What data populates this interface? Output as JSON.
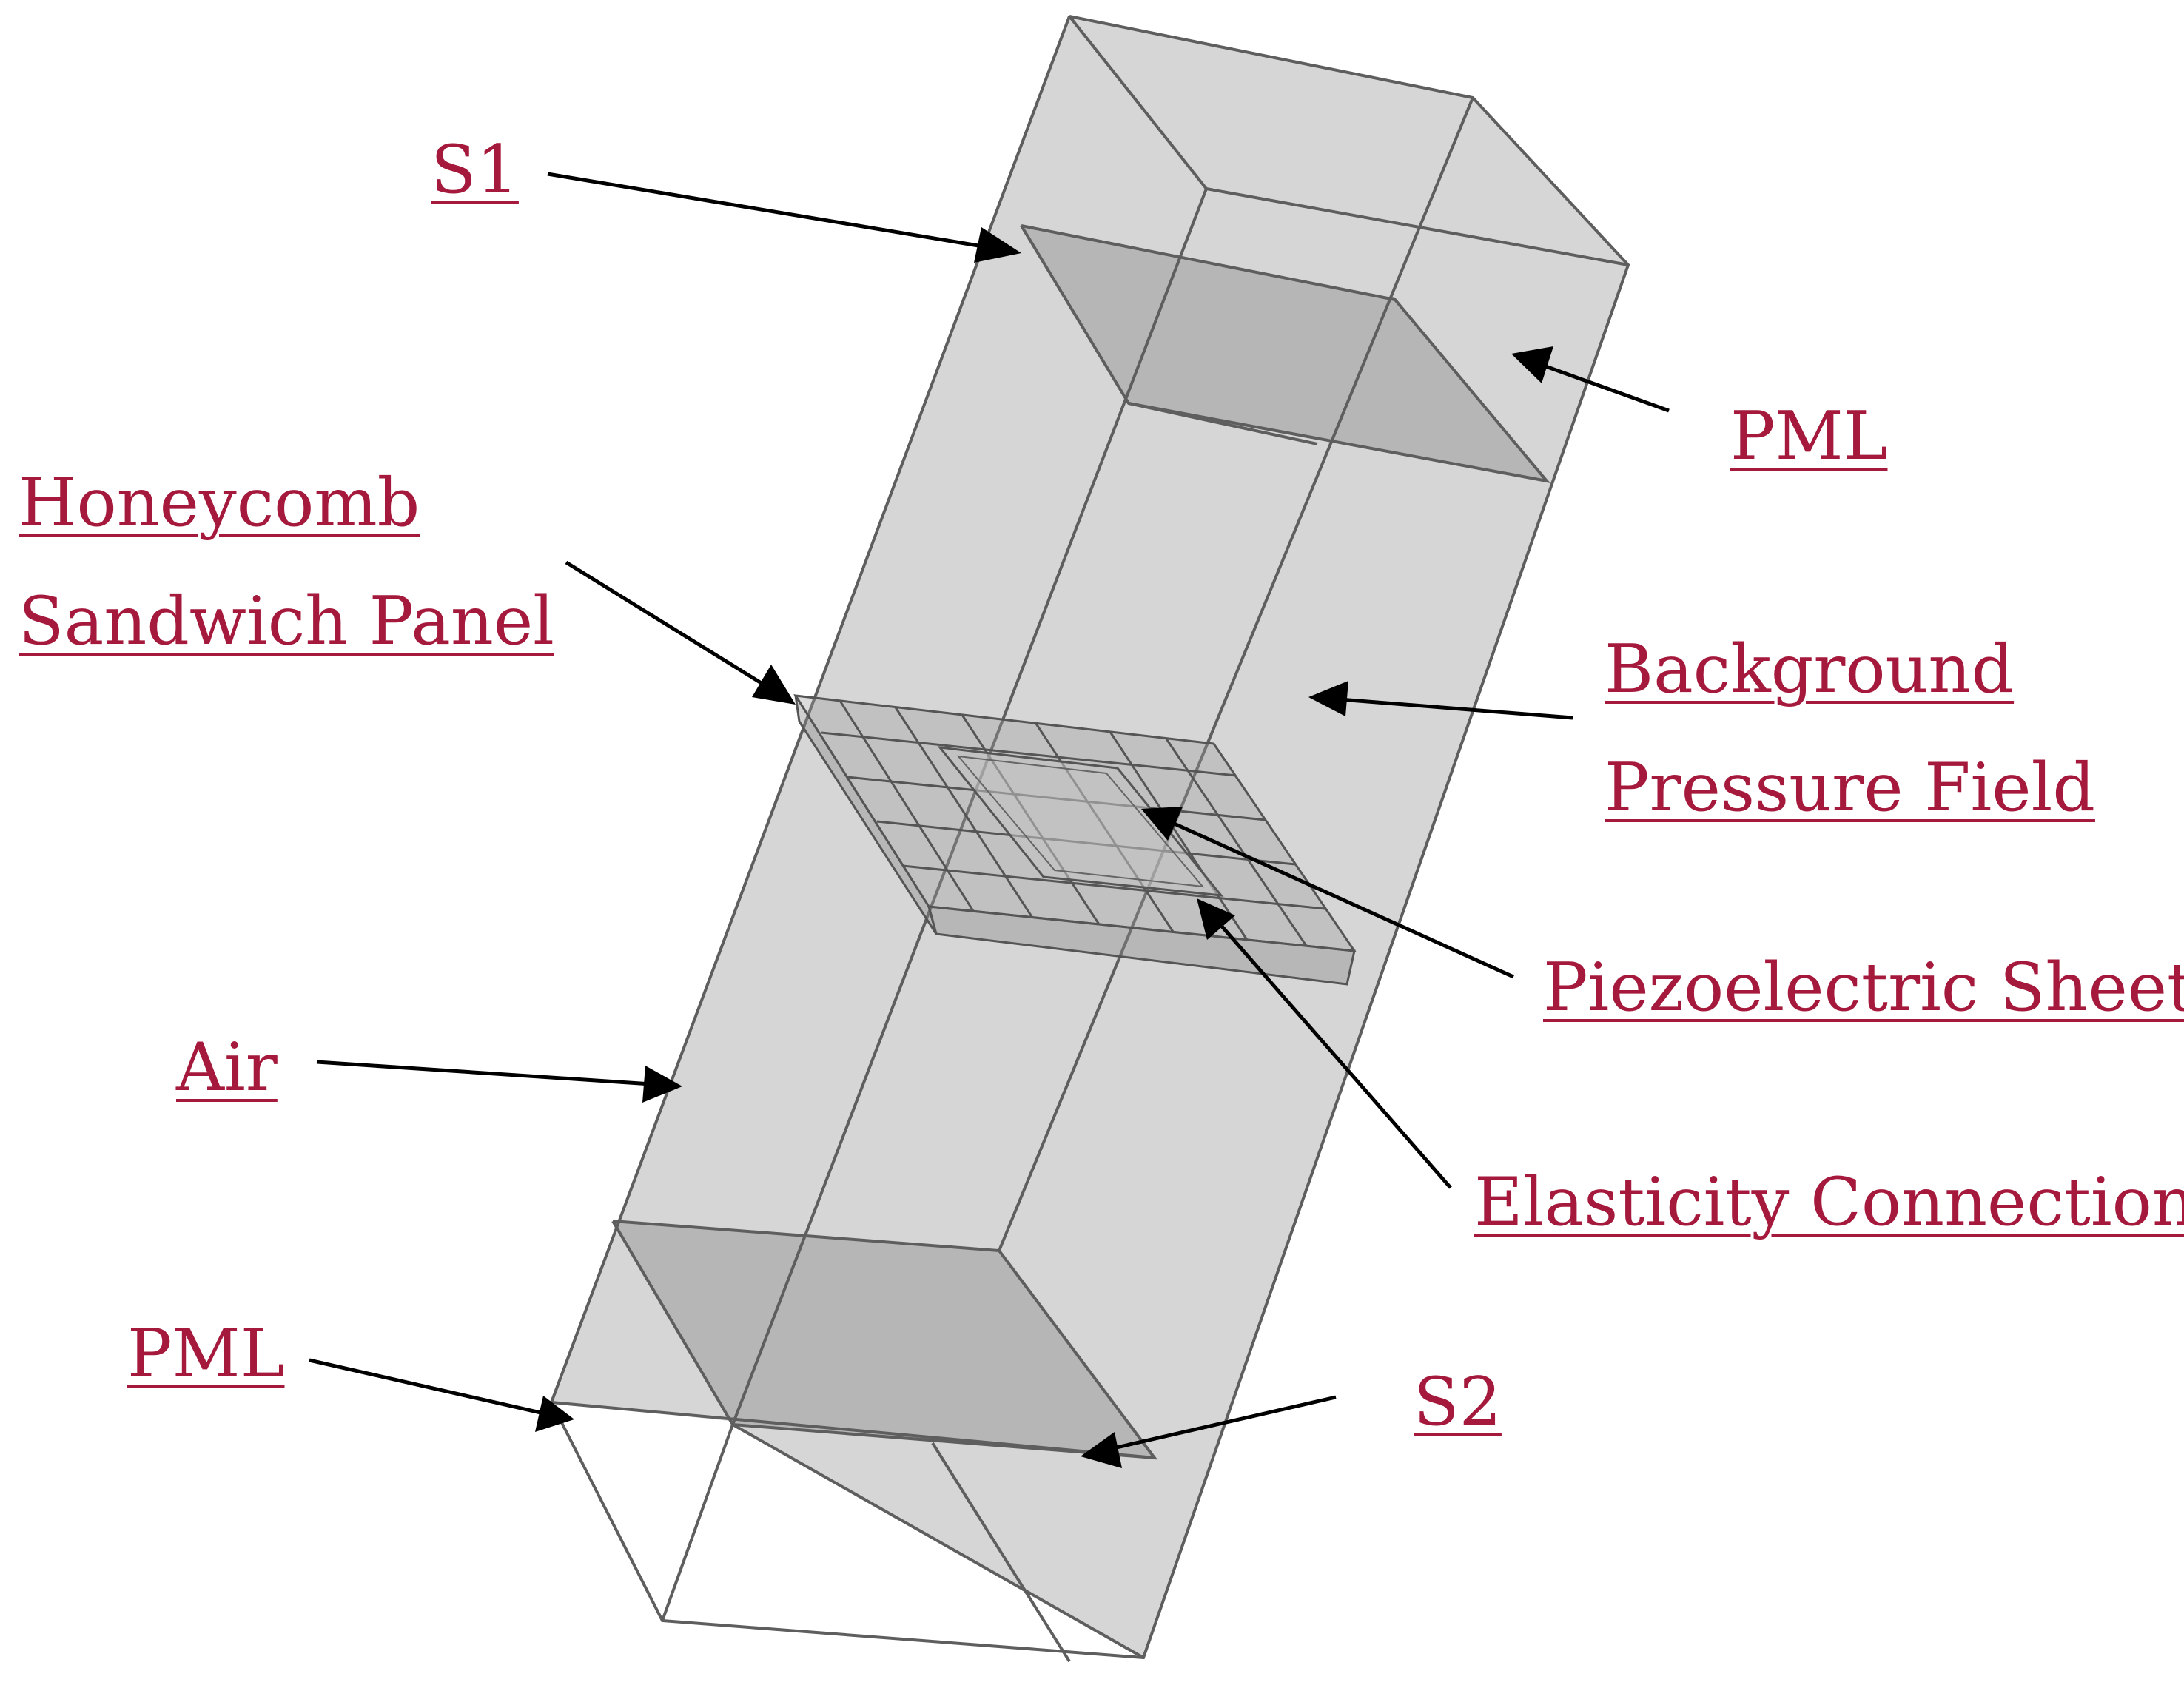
{
  "colors": {
    "label": "#a5193c",
    "domain_fill": "#b4b4b4",
    "pml_fill": "#9d9d9d",
    "edge": "#5e5e5e",
    "arrow": "#000000"
  },
  "labels": {
    "s1": "S1",
    "pml_top": "PML",
    "honeycomb_line1": "Honeycomb",
    "honeycomb_line2": "Sandwich Panel",
    "background_line1": "Background",
    "background_line2": "Pressure Field",
    "piezo": "Piezoelectric Sheet",
    "air": "Air",
    "elasticity": "Elasticity Connection",
    "pml_bottom": "PML",
    "s2": "S2"
  }
}
